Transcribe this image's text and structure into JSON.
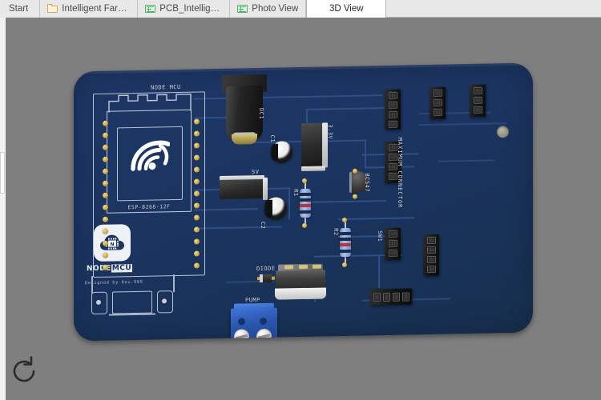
{
  "window": {
    "app_kind": "pcb-3d-viewer"
  },
  "tabbar": {
    "tabs": [
      {
        "label": "Start",
        "icon": "none",
        "active": false
      },
      {
        "label": "Intelligent Farmin…",
        "icon": "folder-icon",
        "active": false
      },
      {
        "label": "PCB_Intelligent F…",
        "icon": "pcb-icon",
        "active": false
      },
      {
        "label": "Photo View",
        "icon": "pcb-icon",
        "active": false
      },
      {
        "label": "3D View",
        "icon": "none",
        "active": true
      }
    ]
  },
  "viewport": {
    "background_color": "#7f7f7f",
    "rotate_button": "rotate-view-icon"
  },
  "board": {
    "soldermask_color": "#1b3460",
    "silkscreen_color": "#d7dbe6",
    "pad_color": "#c9a93f",
    "module": {
      "title": "NODE  MCU",
      "chip_label": "ESP-8266-12F",
      "logo": "espressif-wifi-logo"
    },
    "branding": {
      "logo": "nodemcu-logo",
      "name_left": "NODE",
      "name_right": "MCU",
      "credit": "Designed by Kev.989"
    },
    "designators": [
      {
        "name": "DC1",
        "text": "DC1"
      },
      {
        "name": "C1",
        "text": "C1"
      },
      {
        "name": "C2",
        "text": "C2"
      },
      {
        "name": "R1",
        "text": "R1"
      },
      {
        "name": "R2",
        "text": "R2"
      },
      {
        "name": "SW1",
        "text": "SW1"
      },
      {
        "name": "reg33",
        "text": "3.3V"
      },
      {
        "name": "reg5",
        "text": "5V"
      },
      {
        "name": "q1",
        "text": "BC547"
      },
      {
        "name": "conn",
        "text": "MAXIMUM  CONNECTOR"
      },
      {
        "name": "d1",
        "text": "DIODE"
      },
      {
        "name": "pump",
        "text": "PUMP"
      }
    ]
  }
}
